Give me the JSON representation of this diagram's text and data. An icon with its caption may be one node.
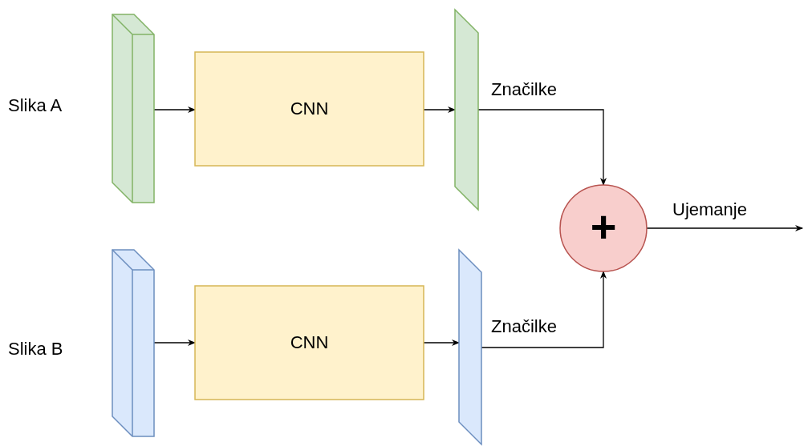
{
  "diagram": {
    "nodes": [
      {
        "text": [],
        "shape": "box",
        "beside": [
          "Slika A"
        ]
      },
      {
        "text": [
          "CNN"
        ]
      },
      {
        "text": [],
        "shape": "parallelogram"
      },
      {
        "text": [],
        "shape": "box",
        "beside": [
          "Slika B"
        ]
      },
      {
        "text": [
          "CNN"
        ]
      },
      {
        "text": [],
        "shape": "parallelogram"
      },
      {
        "text": [
          "+"
        ]
      }
    ],
    "edges": [
      {
        "from": 0,
        "to": 1,
        "arrow": "to"
      },
      {
        "from": 1,
        "to": 2,
        "arrow": "to"
      },
      {
        "from": 2,
        "to": 6,
        "arrow": "to",
        "label": "Značilke"
      },
      {
        "from": 3,
        "to": 4,
        "arrow": "to"
      },
      {
        "from": 4,
        "to": 5,
        "arrow": "to"
      },
      {
        "from": 5,
        "to": 6,
        "arrow": "to",
        "label": "Značilke"
      },
      {
        "from": 6,
        "to": null,
        "arrow": "to",
        "label": "Ujemanje"
      }
    ]
  }
}
